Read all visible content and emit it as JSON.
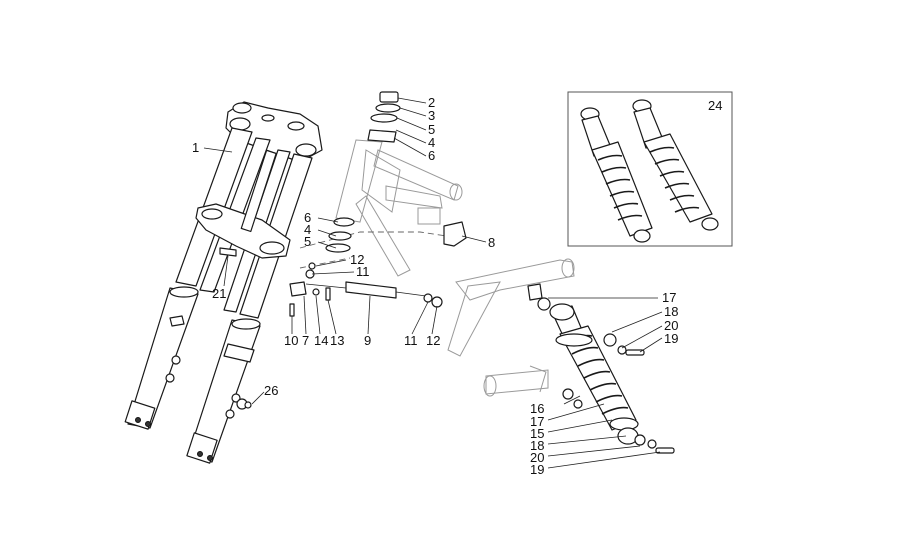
{
  "callouts": [
    {
      "id": "c1",
      "text": "1"
    },
    {
      "id": "c2",
      "text": "2"
    },
    {
      "id": "c3",
      "text": "3"
    },
    {
      "id": "c5a",
      "text": "5"
    },
    {
      "id": "c4a",
      "text": "4"
    },
    {
      "id": "c6a",
      "text": "6"
    },
    {
      "id": "c6b",
      "text": "6"
    },
    {
      "id": "c4b",
      "text": "4"
    },
    {
      "id": "c5b",
      "text": "5"
    },
    {
      "id": "c8",
      "text": "8"
    },
    {
      "id": "c12a",
      "text": "12"
    },
    {
      "id": "c11a",
      "text": "11"
    },
    {
      "id": "c21",
      "text": "21"
    },
    {
      "id": "c10",
      "text": "10"
    },
    {
      "id": "c7",
      "text": "7"
    },
    {
      "id": "c14",
      "text": "14"
    },
    {
      "id": "c13",
      "text": "13"
    },
    {
      "id": "c9",
      "text": "9"
    },
    {
      "id": "c11b",
      "text": "11"
    },
    {
      "id": "c12b",
      "text": "12"
    },
    {
      "id": "c26",
      "text": "26"
    },
    {
      "id": "c24",
      "text": "24"
    },
    {
      "id": "c17a",
      "text": "17"
    },
    {
      "id": "c18a",
      "text": "18"
    },
    {
      "id": "c20a",
      "text": "20"
    },
    {
      "id": "c19a",
      "text": "19"
    },
    {
      "id": "c16",
      "text": "16"
    },
    {
      "id": "c17b",
      "text": "17"
    },
    {
      "id": "c15",
      "text": "15"
    },
    {
      "id": "c18b",
      "text": "18"
    },
    {
      "id": "c20b",
      "text": "20"
    },
    {
      "id": "c19b",
      "text": "19"
    }
  ]
}
